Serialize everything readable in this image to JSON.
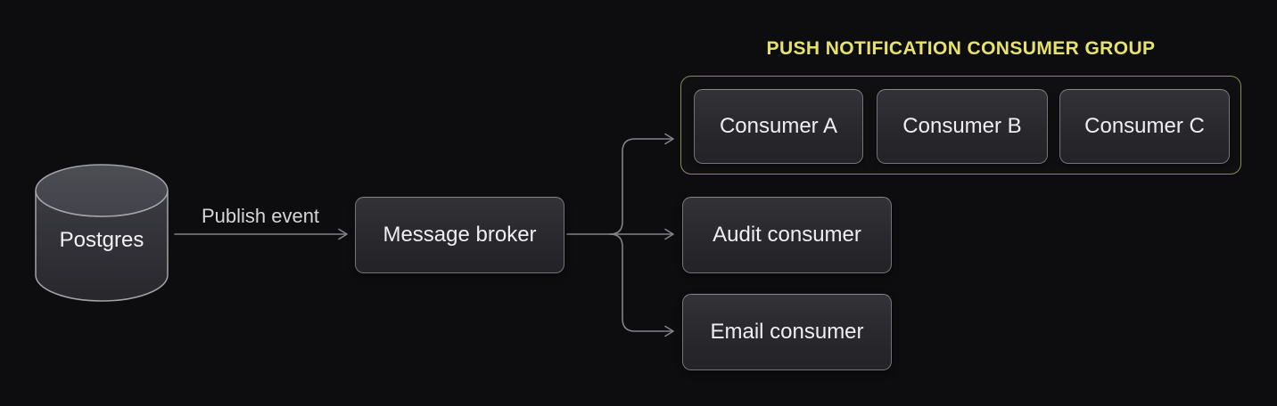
{
  "diagram": {
    "database": {
      "label": "Postgres"
    },
    "publish_edge": {
      "label": "Publish event"
    },
    "broker": {
      "label": "Message broker"
    },
    "consumer_group": {
      "title": "PUSH NOTIFICATION CONSUMER GROUP",
      "consumers": [
        {
          "label": "Consumer A"
        },
        {
          "label": "Consumer B"
        },
        {
          "label": "Consumer C"
        }
      ]
    },
    "audit_consumer": {
      "label": "Audit consumer"
    },
    "email_consumer": {
      "label": "Email consumer"
    },
    "colors": {
      "background": "#0d0d0f",
      "node_fill_top": "#323237",
      "node_fill_bottom": "#232327",
      "node_border": "#74747b",
      "node_text": "#efeff2",
      "arrow": "#82828a",
      "edge_label_text": "#d6d6da",
      "group_border": "#8c8c52",
      "group_title": "#e7e26e",
      "cylinder_top_fill": "#48484f",
      "cylinder_body_fill": "#313137",
      "cylinder_stroke": "#a3a3a9"
    }
  }
}
